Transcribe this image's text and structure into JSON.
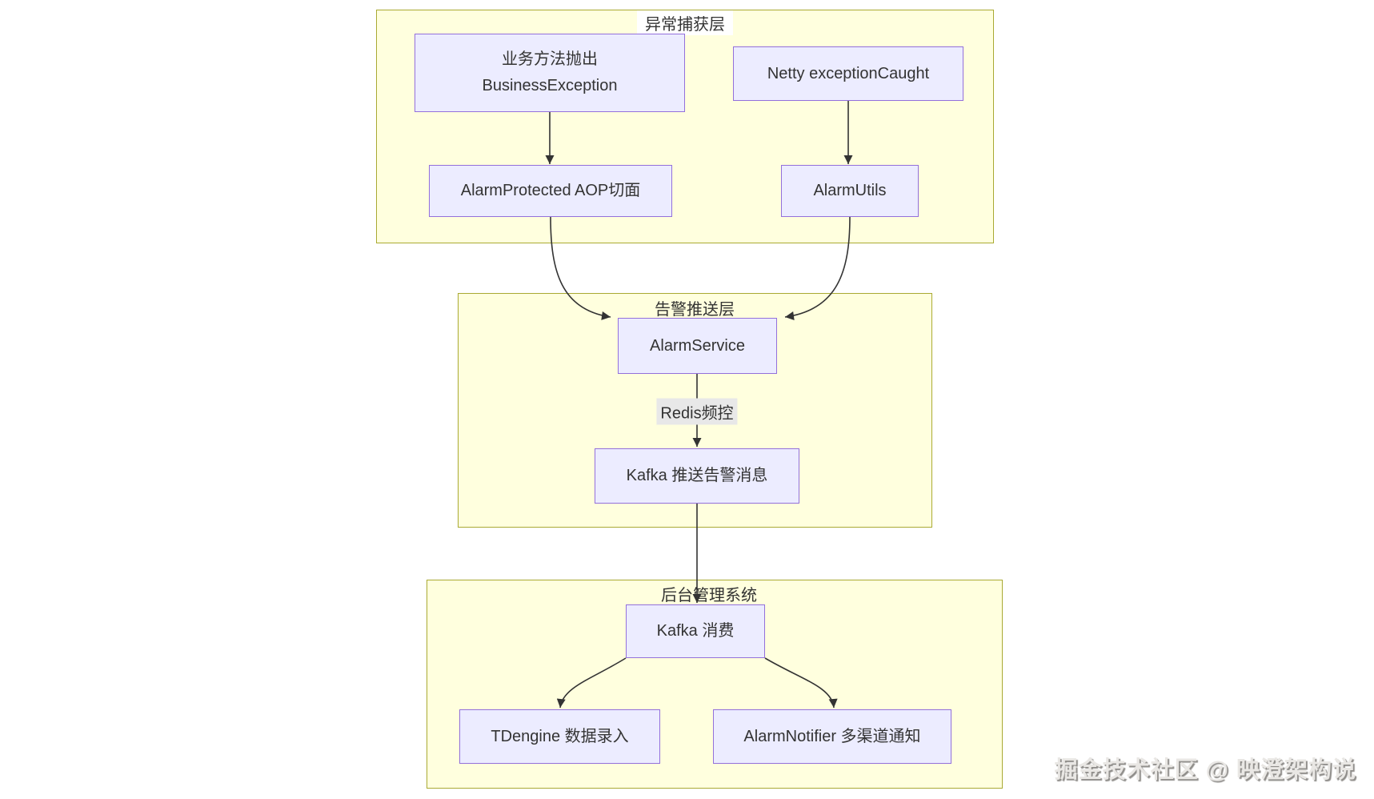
{
  "groups": [
    {
      "title": "异常捕获层"
    },
    {
      "title": "告警推送层"
    },
    {
      "title": "后台管理系统"
    }
  ],
  "nodes": {
    "business": {
      "line1": "业务方法抛出",
      "line2": "BusinessException"
    },
    "netty": {
      "label": "Netty exceptionCaught"
    },
    "alarm_protected": {
      "label": "AlarmProtected AOP切面"
    },
    "alarm_utils": {
      "label": "AlarmUtils"
    },
    "alarm_service": {
      "label": "AlarmService"
    },
    "kafka_push": {
      "label": "Kafka 推送告警消息"
    },
    "kafka_consume": {
      "label": "Kafka 消费"
    },
    "tdengine": {
      "label": "TDengine 数据录入"
    },
    "alarm_notifier": {
      "label": "AlarmNotifier 多渠道通知"
    }
  },
  "edge_labels": {
    "redis_throttle": "Redis频控"
  },
  "watermark": {
    "text": "掘金技术社区 @ 映澄架构说"
  },
  "colors": {
    "group_fill": "#ffffde",
    "group_border": "#aaaa33",
    "node_fill": "#ececff",
    "node_border": "#9370db",
    "edge_label_bg": "#e8e8e8",
    "line": "#333333",
    "text": "#333333"
  }
}
